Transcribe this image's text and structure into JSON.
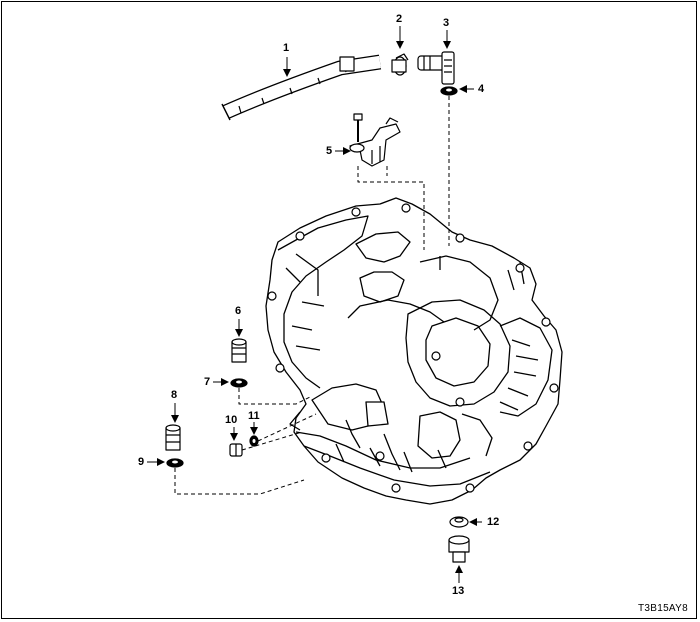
{
  "callouts": {
    "c1": "1",
    "c2": "2",
    "c3": "3",
    "c4": "4",
    "c5": "5",
    "c6": "6",
    "c7": "7",
    "c8": "8",
    "c9": "9",
    "c10": "10",
    "c11": "11",
    "c12": "12",
    "c13": "13"
  },
  "figure_code": "T3B15AY8"
}
